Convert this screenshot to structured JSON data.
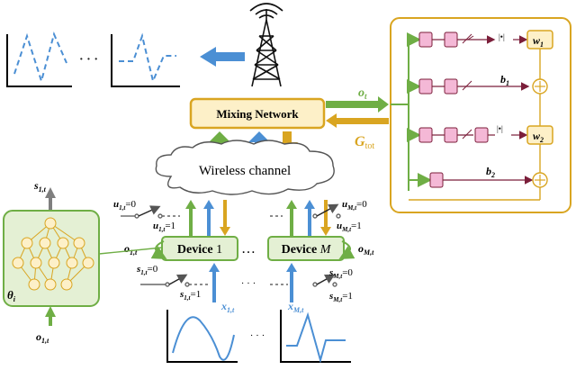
{
  "mixing_network": {
    "label": "Mixing Network"
  },
  "wireless_channel": {
    "label": "Wireless channel"
  },
  "signals": {
    "o_t": "o",
    "o_t_sub": "t",
    "g_tot": "G",
    "g_tot_sub": "tot"
  },
  "devices": [
    {
      "name": "Device",
      "index": "1",
      "u_on": "u",
      "u_sub": "1,t",
      "u_on_val": "=0",
      "u_off_val": "=1",
      "s_label": "s",
      "s_sub": "1,t",
      "s_on_val": "=0",
      "s_off_val": "=1",
      "o_label": "o",
      "o_sub": "1,t",
      "x_label": "x",
      "x_sub": "1,t"
    },
    {
      "name": "Device",
      "index": "M",
      "u_on": "u",
      "u_sub": "M,t",
      "u_on_val": "=0",
      "u_off_val": "=1",
      "s_label": "s",
      "s_sub": "M,t",
      "s_on_val": "=0",
      "s_off_val": "=1",
      "o_label": "o",
      "o_sub": "M,t",
      "x_label": "x",
      "x_sub": "M,t"
    }
  ],
  "ellipsis": "…",
  "dots": "· · ·",
  "agent": {
    "theta": "θ",
    "theta_sub": "i",
    "s_out": "s",
    "s_out_sub": "1,t",
    "o_in": "o",
    "o_in_sub": "1,t"
  },
  "mixer_detail": {
    "w1": "w",
    "w1_sub": "1",
    "w2": "w",
    "w2_sub": "2",
    "b1": "b",
    "b1_sub": "1",
    "b2": "b",
    "b2_sub": "2",
    "abs1": "|•|",
    "abs2": "|•|"
  },
  "colors": {
    "gold": "#d9a521",
    "green": "#6fae45",
    "green_fill": "#e4f0d4",
    "blue": "#4b8fd4",
    "gray": "#7f7f7f",
    "pink": "#f4b8d6",
    "maroon": "#7b1e3a"
  }
}
